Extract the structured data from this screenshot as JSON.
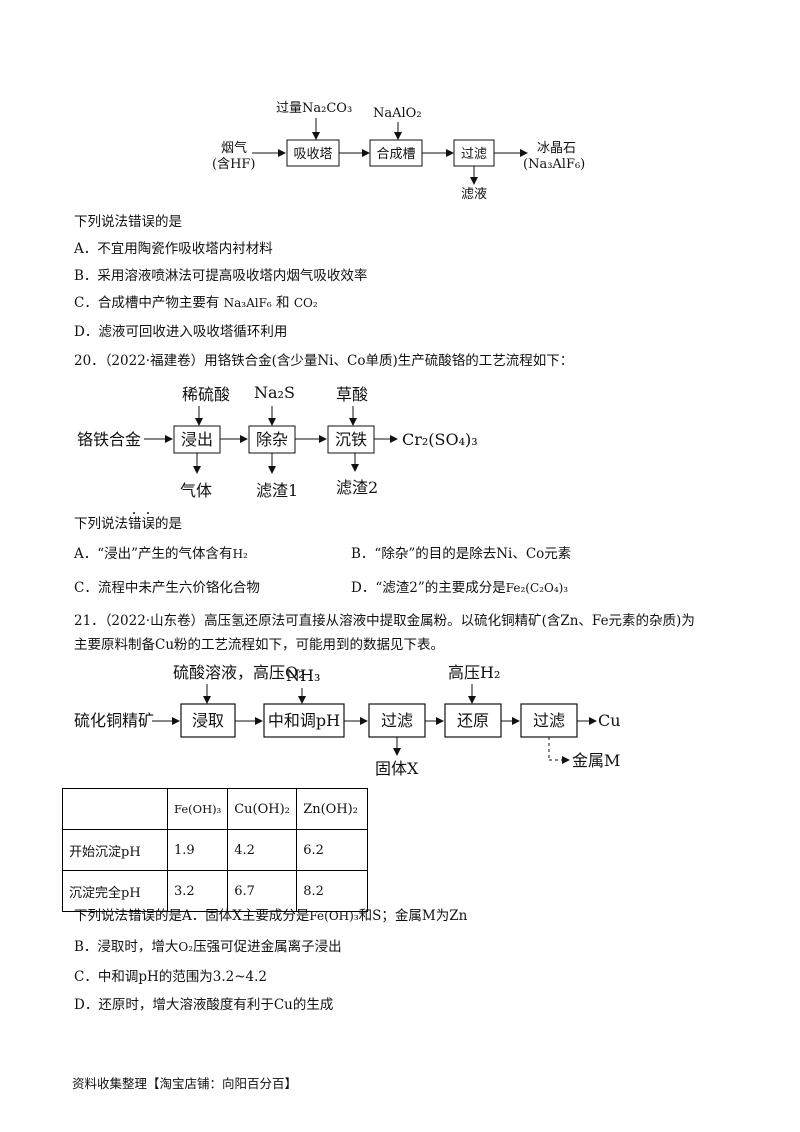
{
  "flow1": {
    "in_top1": "过量Na₂CO₃",
    "in_top2": "NaAlO₂",
    "feed_line1": "烟气",
    "feed_line2": "(含HF)",
    "box1": "吸收塔",
    "box2": "合成槽",
    "box3": "过滤",
    "product_line1": "冰晶石",
    "product_line2": "(Na₃AlF₆)",
    "bottom": "滤液"
  },
  "q19": {
    "stem": "下列说法错误的是",
    "option_a": "A．不宜用陶瓷作吸收塔内衬材料",
    "option_b": "B．采用溶液喷淋法可提高吸收塔内烟气吸收效率",
    "option_c_prefix": "C．合成槽中产物主要有",
    "option_c_f1": "Na₃AlF₆",
    "option_c_mid": "和",
    "option_c_f2": "CO₂",
    "option_d": "D．滤液可回收进入吸收塔循环利用"
  },
  "q20": {
    "number": "20．",
    "source": "（2022·福建卷）",
    "intro": "用铬铁合金(含少量Ni、Co单质)生产硫酸铬的工艺流程如下：",
    "flow": {
      "top1": "稀硫酸",
      "top2": "Na₂S",
      "top3": "草酸",
      "feed": "铬铁合金",
      "box1": "浸出",
      "box2": "除杂",
      "box3": "沉铁",
      "product": "Cr₂(SO₄)₃",
      "bottom1": "气体",
      "bottom2": "滤渣1",
      "bottom3": "滤渣2"
    },
    "stem": "下列说法错误的是",
    "option_a_prefix": "A．“浸出”产生的气体含有",
    "option_a_formula": "H₂",
    "option_b": "B．“除杂”的目的是除去Ni、Co元素",
    "option_c": "C．流程中未产生六价铬化合物",
    "option_d_prefix": "D．“滤渣2”的主要成分是",
    "option_d_formula": "Fe₂(C₂O₄)₃"
  },
  "q21": {
    "number": "21．",
    "source": "（2022·山东卷）",
    "intro_line1": "高压氢还原法可直接从溶液中提取金属粉。以硫化铜精矿(含Zn、Fe元素的杂质)为",
    "intro_line2": "主要原料制备Cu粉的工艺流程如下，可能用到的数据见下表。",
    "flow": {
      "top1": "硫酸溶液，高压O₂",
      "top2": "NH₃",
      "top3": "高压H₂",
      "feed": "硫化铜精矿",
      "box1": "浸取",
      "box2": "中和调pH",
      "box3": "过滤",
      "box4": "还原",
      "box5": "过滤",
      "product": "Cu",
      "bottom1": "固体X",
      "bottom2": "金属M"
    },
    "table": {
      "headers": [
        "",
        "Fe(OH)₃",
        "Cu(OH)₂",
        "Zn(OH)₂"
      ],
      "rows": [
        [
          "开始沉淀pH",
          "1.9",
          "4.2",
          "6.2"
        ],
        [
          "沉淀完全pH",
          "3.2",
          "6.7",
          "8.2"
        ]
      ]
    },
    "stem_prefix": "下列说法错误的是A．固体X主要成分是",
    "stem_formula": "Fe(OH)₃",
    "stem_suffix": "和S；金属M为Zn",
    "option_b_prefix": "B．浸取时，增大",
    "option_b_formula": "O₂",
    "option_b_suffix": "压强可促进金属离子浸出",
    "option_c": "C．中和调pH的范围为3.2~4.2",
    "option_d": "D．还原时，增大溶液酸度有利于Cu的生成"
  },
  "footer": "资料收集整理【淘宝店铺：向阳百分百】"
}
